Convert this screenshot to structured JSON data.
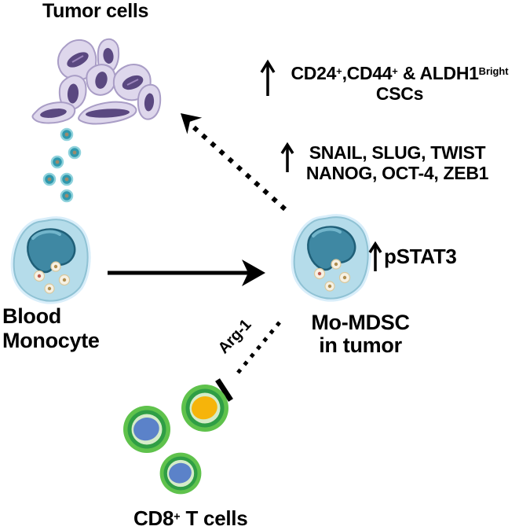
{
  "labels": {
    "tumor_cells": "Tumor cells",
    "blood_line1": "Blood",
    "blood_line2": "Monocyte",
    "mdsc_line1": "Mo-MDSC",
    "mdsc_line2": "in tumor",
    "cd8_prefix": "CD8",
    "cd8_sup": "+",
    "cd8_suffix": " T cells",
    "arg1": "Arg-1",
    "pstat3": "pSTAT3"
  },
  "annotations": {
    "csc": {
      "seg1": "CD24",
      "sup1": "+",
      "seg2": ",CD44",
      "sup2": "+",
      "seg3": " & ALDH1",
      "sup3": "Bright",
      "line2": "CSCs"
    },
    "emt": {
      "line1": "SNAIL, SLUG, TWIST",
      "line2": "NANOG, OCT-4, ZEB1"
    }
  },
  "icons": {
    "up_arrow_meaning": "increase",
    "dashed_arrow_meaning": "induces",
    "t_bar_meaning": "inhibition"
  },
  "colors": {
    "background": "#ffffff",
    "text": "#000000",
    "arrow": "#000000",
    "tumor_cell_body": "#ded7ec",
    "tumor_cell_border": "#a99dc6",
    "tumor_nucleus": "#5a4880",
    "tumor_nucleus_light": "#9d86be",
    "exosome_ring": "#8fd2dc",
    "exosome_body": "#2f98ad",
    "exosome_core": "#9b8a6d",
    "monocyte_halo": "#d9eefa",
    "monocyte_body": "#b5dcea",
    "monocyte_outline": "#8fc2d4",
    "monocyte_nucleus": "#3f88a3",
    "monocyte_nucleus_dark": "#1f5f78",
    "monocyte_nucleus_light": "#7fc0d4",
    "granule_body": "#f6f1e4",
    "granule_ring": "#d9c89d",
    "granule_core": "#b08d4f",
    "granule_core_red": "#bf5a50",
    "tcell_outer": "#5fc24c",
    "tcell_inner": "#2f9e45",
    "tcell_pale_ring": "#d5ecc8",
    "tcell_nucleus_blue": "#5b82c9",
    "tcell_nucleus_orange": "#f6b40a"
  }
}
